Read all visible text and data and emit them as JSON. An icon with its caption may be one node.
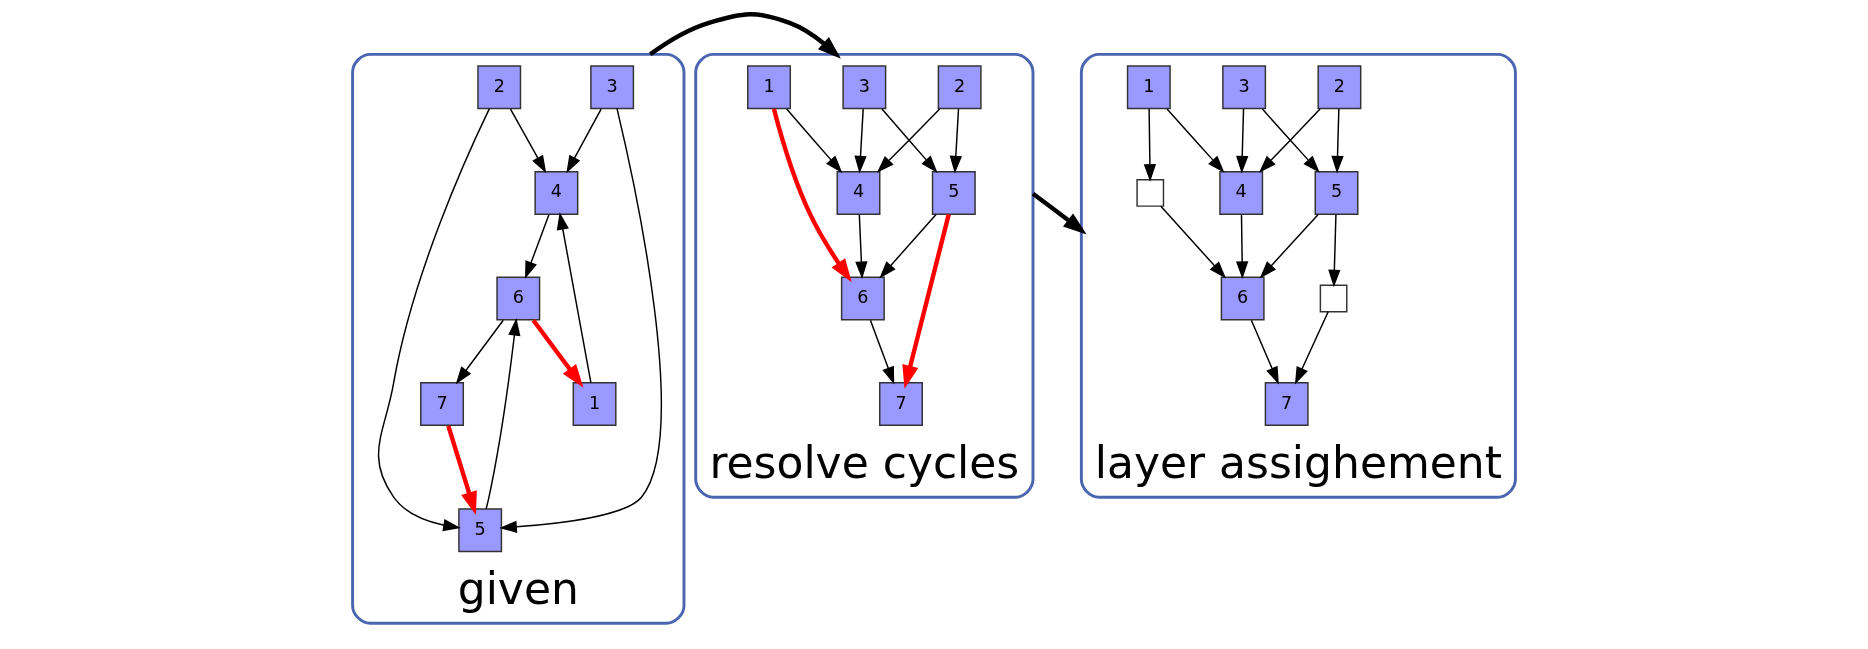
{
  "diagram": {
    "nodes": [
      {
        "text": [
          "given"
        ]
      },
      {
        "text": [
          "3"
        ],
        "in": 0
      },
      {
        "text": [
          "4"
        ],
        "in": 0
      },
      {
        "text": [
          "2"
        ],
        "in": 0
      },
      {
        "text": [
          "5"
        ],
        "in": 0
      },
      {
        "text": [
          "1"
        ],
        "in": 0
      },
      {
        "text": [
          "6"
        ],
        "in": 0
      },
      {
        "text": [
          "7"
        ],
        "in": 0
      },
      {
        "text": [
          "resolve cycles"
        ]
      },
      {
        "text": [
          "3"
        ],
        "in": 8
      },
      {
        "text": [
          "4"
        ],
        "in": 8
      },
      {
        "text": [
          "2"
        ],
        "in": 8
      },
      {
        "text": [
          "5"
        ],
        "in": 8
      },
      {
        "text": [
          "1"
        ],
        "in": 8
      },
      {
        "text": [
          "6"
        ],
        "in": 8
      },
      {
        "text": [
          "7"
        ],
        "in": 8
      },
      {
        "text": [
          "layer assighement"
        ]
      },
      {
        "text": [
          "7"
        ],
        "in": 16
      },
      {
        "text": [
          "6"
        ],
        "in": 16
      },
      {
        "text": [],
        "shape": "box",
        "in": 16
      },
      {
        "text": [
          "4"
        ],
        "in": 16
      },
      {
        "text": [],
        "shape": "box",
        "in": 16
      },
      {
        "text": [
          "5"
        ],
        "in": 16
      },
      {
        "text": [
          "3"
        ],
        "in": 16
      },
      {
        "text": [
          "2"
        ],
        "in": 16
      },
      {
        "text": [
          "1"
        ],
        "in": 16
      }
    ],
    "edges": [
      {
        "from": 1,
        "to": 2,
        "arrow": "to"
      },
      {
        "from": 1,
        "to": 4,
        "arrow": "to"
      },
      {
        "from": 3,
        "to": 2,
        "arrow": "to"
      },
      {
        "from": 3,
        "to": 4,
        "arrow": "to"
      },
      {
        "from": 2,
        "to": 6,
        "arrow": "to"
      },
      {
        "from": 4,
        "to": 6,
        "arrow": "to"
      },
      {
        "from": 5,
        "to": 2,
        "arrow": "to"
      },
      {
        "from": 6,
        "to": 5,
        "arrow": "to",
        "style": "thick",
        "color": "#ff0000"
      },
      {
        "from": 6,
        "to": 7,
        "arrow": "to"
      },
      {
        "from": 7,
        "to": 4,
        "arrow": "to",
        "style": "thick",
        "color": "#ff0000"
      },
      {
        "from": 9,
        "to": 10,
        "arrow": "to"
      },
      {
        "from": 9,
        "to": 12,
        "arrow": "to"
      },
      {
        "from": 11,
        "to": 10,
        "arrow": "to"
      },
      {
        "from": 11,
        "to": 12,
        "arrow": "to"
      },
      {
        "from": 10,
        "to": 14,
        "arrow": "to"
      },
      {
        "from": 12,
        "to": 14,
        "arrow": "to"
      },
      {
        "from": 13,
        "to": 10,
        "arrow": "to"
      },
      {
        "from": 13,
        "to": 14,
        "arrow": "to",
        "style": "thick",
        "color": "#ff0000"
      },
      {
        "from": 14,
        "to": 15,
        "arrow": "to"
      },
      {
        "from": 12,
        "to": 15,
        "arrow": "to",
        "style": "thick",
        "color": "#ff0000"
      },
      {
        "from": 18,
        "to": 17,
        "arrow": "to"
      },
      {
        "from": 19,
        "to": 17,
        "arrow": "to"
      },
      {
        "from": 22,
        "to": 19,
        "arrow": "to"
      },
      {
        "from": 20,
        "to": 18,
        "arrow": "to"
      },
      {
        "from": 21,
        "to": 18,
        "arrow": "to"
      },
      {
        "from": 22,
        "to": 18,
        "arrow": "to"
      },
      {
        "from": 23,
        "to": 20,
        "arrow": "to"
      },
      {
        "from": 24,
        "to": 20,
        "arrow": "to"
      },
      {
        "from": 25,
        "to": 20,
        "arrow": "to"
      },
      {
        "from": 25,
        "to": 21,
        "arrow": "to"
      },
      {
        "from": 23,
        "to": 22,
        "arrow": "to"
      },
      {
        "from": 24,
        "to": 22,
        "arrow": "to"
      },
      {
        "from": 0,
        "to": 8,
        "arrow": "to",
        "style": "thick"
      },
      {
        "from": 8,
        "to": 16,
        "arrow": "to",
        "style": "thick"
      }
    ]
  }
}
